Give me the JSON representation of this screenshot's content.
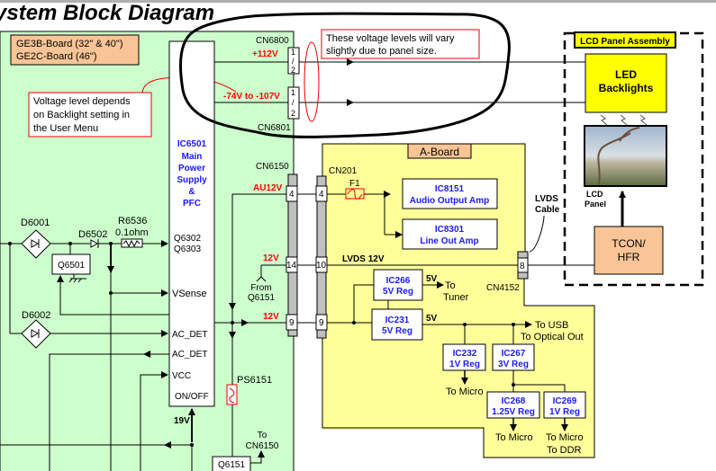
{
  "title": "ystem Block Diagram",
  "colors": {
    "power_board": "#ccffcc",
    "a_board": "#ffff99",
    "label_box": "#f9c596",
    "led_box": "#ffff00",
    "voltage_text": "#ff0000",
    "ic_text": "#1a1aff",
    "connector_gray": "#c0c0c0"
  },
  "power_board": {
    "names": [
      "GE3B-Board (32\" & 40\")",
      "GE2C-Board (46\")"
    ],
    "note": [
      "Voltage level depends",
      "on Backlight setting in",
      "the User Menu"
    ],
    "ic": {
      "lines": [
        "IC6501",
        "Main",
        "Power",
        "Supply",
        "&",
        "PFC"
      ],
      "pins": [
        "Q6302",
        "Q6303",
        "VSense",
        "AC_DET",
        "AC_DET",
        "VCC",
        "ON/OFF"
      ]
    },
    "connectors": {
      "cn6800": "CN6800",
      "cn6801": "CN6801",
      "cn6150": "CN6150",
      "pins_6800": [
        "1",
        "/",
        "2"
      ],
      "pins_6801": [
        "1",
        "/",
        "2"
      ],
      "cn6150_pins": [
        "4",
        "14",
        "9"
      ]
    },
    "voltages": {
      "v112": "+112V",
      "vneg": "-74V to -107V",
      "au12": "AU12V",
      "v12a": "12V",
      "v12b": "12V",
      "v19": "19V"
    },
    "components": {
      "d6001": "D6001",
      "d6002": "D6002",
      "d6502": "D6502",
      "r6536": "R6536",
      "r6536_val": "0.1ohm",
      "q6501": "Q6501",
      "ps6151": "PS6151",
      "q6151": "Q6151",
      "from_q6151": [
        "From",
        "Q6151"
      ],
      "to_cn6150": [
        "To",
        "CN6150"
      ]
    }
  },
  "callout": [
    "These voltage levels will vary",
    "slightly due to panel size."
  ],
  "a_board": {
    "title": "A-Board",
    "cn201": "CN201",
    "cn201_pins": [
      "4",
      "10",
      "9"
    ],
    "f1": "F1",
    "lvds12": "LVDS 12V",
    "cn4152": "CN4152",
    "cn4152_pin": "8",
    "ics": [
      {
        "id": "IC8151",
        "desc": "Audio Output Amp"
      },
      {
        "id": "IC8301",
        "desc": "Line Out Amp"
      },
      {
        "id": "IC266",
        "desc": "5V Reg"
      },
      {
        "id": "IC231",
        "desc": "5V Reg"
      },
      {
        "id": "IC232",
        "desc": "1V Reg"
      },
      {
        "id": "IC267",
        "desc": "3V Reg"
      },
      {
        "id": "IC268",
        "desc": "1.25V Reg"
      },
      {
        "id": "IC269",
        "desc": "1V Reg"
      }
    ],
    "v5a": "5V",
    "v5b": "5V",
    "dest": {
      "tuner": [
        "To",
        "Tuner"
      ],
      "usb": [
        "To USB",
        "To Optical Out"
      ],
      "micro1": "To Micro",
      "micro2": "To Micro",
      "micro3": [
        "To Micro",
        "To DDR"
      ]
    }
  },
  "lvds_cable": [
    "LVDS",
    "Cable"
  ],
  "lcd_assembly": {
    "title": "LCD Panel Assembly",
    "led": [
      "LED",
      "Backlights"
    ],
    "panel": [
      "LCD",
      "Panel"
    ],
    "tcon": [
      "TCON/",
      "HFR"
    ]
  }
}
